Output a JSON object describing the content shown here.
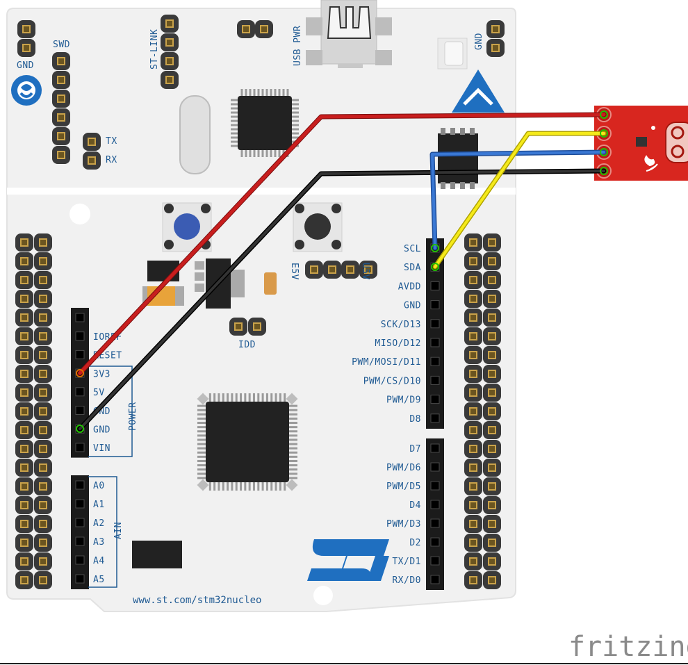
{
  "board": {
    "swd_label": "SWD",
    "gnd_label_left": "GND",
    "stlink_label": "ST-LINK",
    "usbpwr_label": "USB PWR",
    "gnd_label_right": "GND",
    "tx_label": "TX",
    "rx_label": "RX",
    "e5v_label": "E5V",
    "u5v_label": "U5V",
    "idd_label": "IDD",
    "power_group_label": "POWER",
    "ain_group_label": "AIN",
    "url": "www.st.com/stm32nucleo"
  },
  "power_pins": [
    "IOREF",
    "RESET",
    "3V3",
    "5V",
    "GND",
    "GND",
    "VIN"
  ],
  "analog_pins": [
    "A0",
    "A1",
    "A2",
    "A3",
    "A4",
    "A5"
  ],
  "right_upper_pins": [
    "SCL",
    "SDA",
    "AVDD",
    "GND",
    "SCK/D13",
    "MISO/D12",
    "PWM/MOSI/D11",
    "PWM/CS/D10",
    "PWM/D9",
    "D8"
  ],
  "right_lower_pins": [
    "D7",
    "PWM/D6",
    "PWM/D5",
    "D4",
    "PWM/D3",
    "D2",
    "TX/D1",
    "RX/D0"
  ],
  "wires": [
    {
      "name": "red",
      "color": "#c81e1e"
    },
    {
      "name": "black",
      "color": "#222222"
    },
    {
      "name": "blue",
      "color": "#3a78d4"
    },
    {
      "name": "yellow",
      "color": "#f5ea1a"
    }
  ],
  "sensor": {
    "color": "#d8261f"
  },
  "watermark": "fritzing"
}
